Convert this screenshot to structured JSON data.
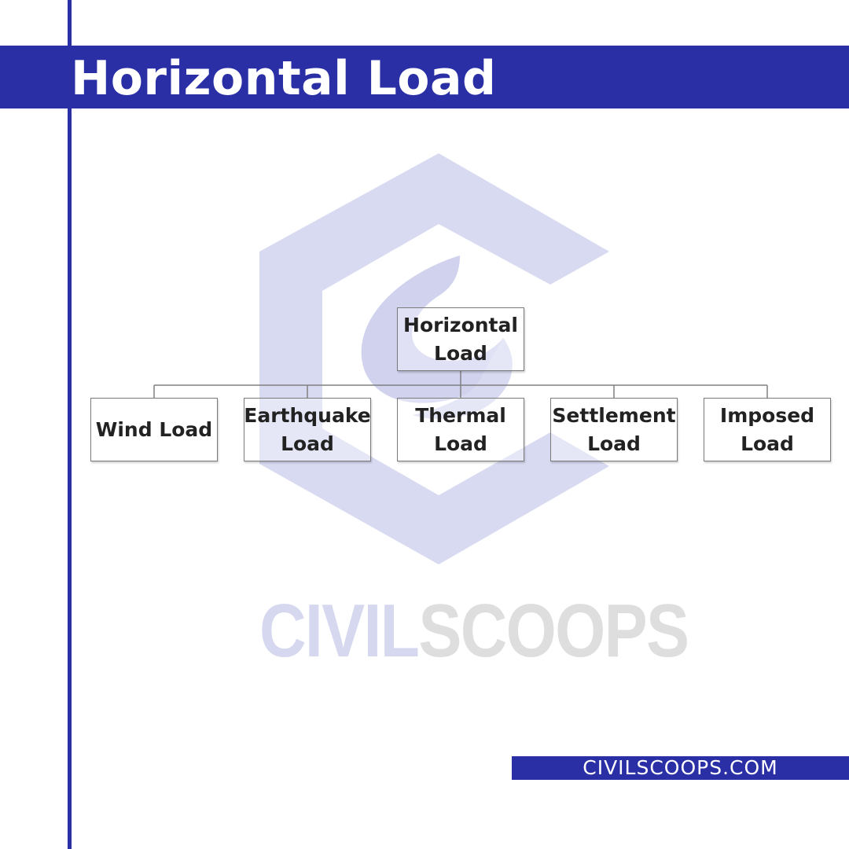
{
  "colors": {
    "accent": "#2a2fa6",
    "watermark_primary": "#d6d8f0",
    "watermark_secondary": "#dedede",
    "box_border": "#7a7a7a",
    "connector": "#808080",
    "text_dark": "#222222"
  },
  "header": {
    "title": "Horizontal Load"
  },
  "watermark": {
    "logo_icon": "civilscoops-hexagon-logo",
    "text_part_a": "CIVIL",
    "text_part_b": "SCOOPS"
  },
  "diagram": {
    "root": "Horizontal\nLoad",
    "children": [
      "Wind Load",
      "Earthquake\nLoad",
      "Thermal\nLoad",
      "Settlement\nLoad",
      "Imposed\nLoad"
    ]
  },
  "footer": {
    "website": "CIVILSCOOPS.COM"
  }
}
